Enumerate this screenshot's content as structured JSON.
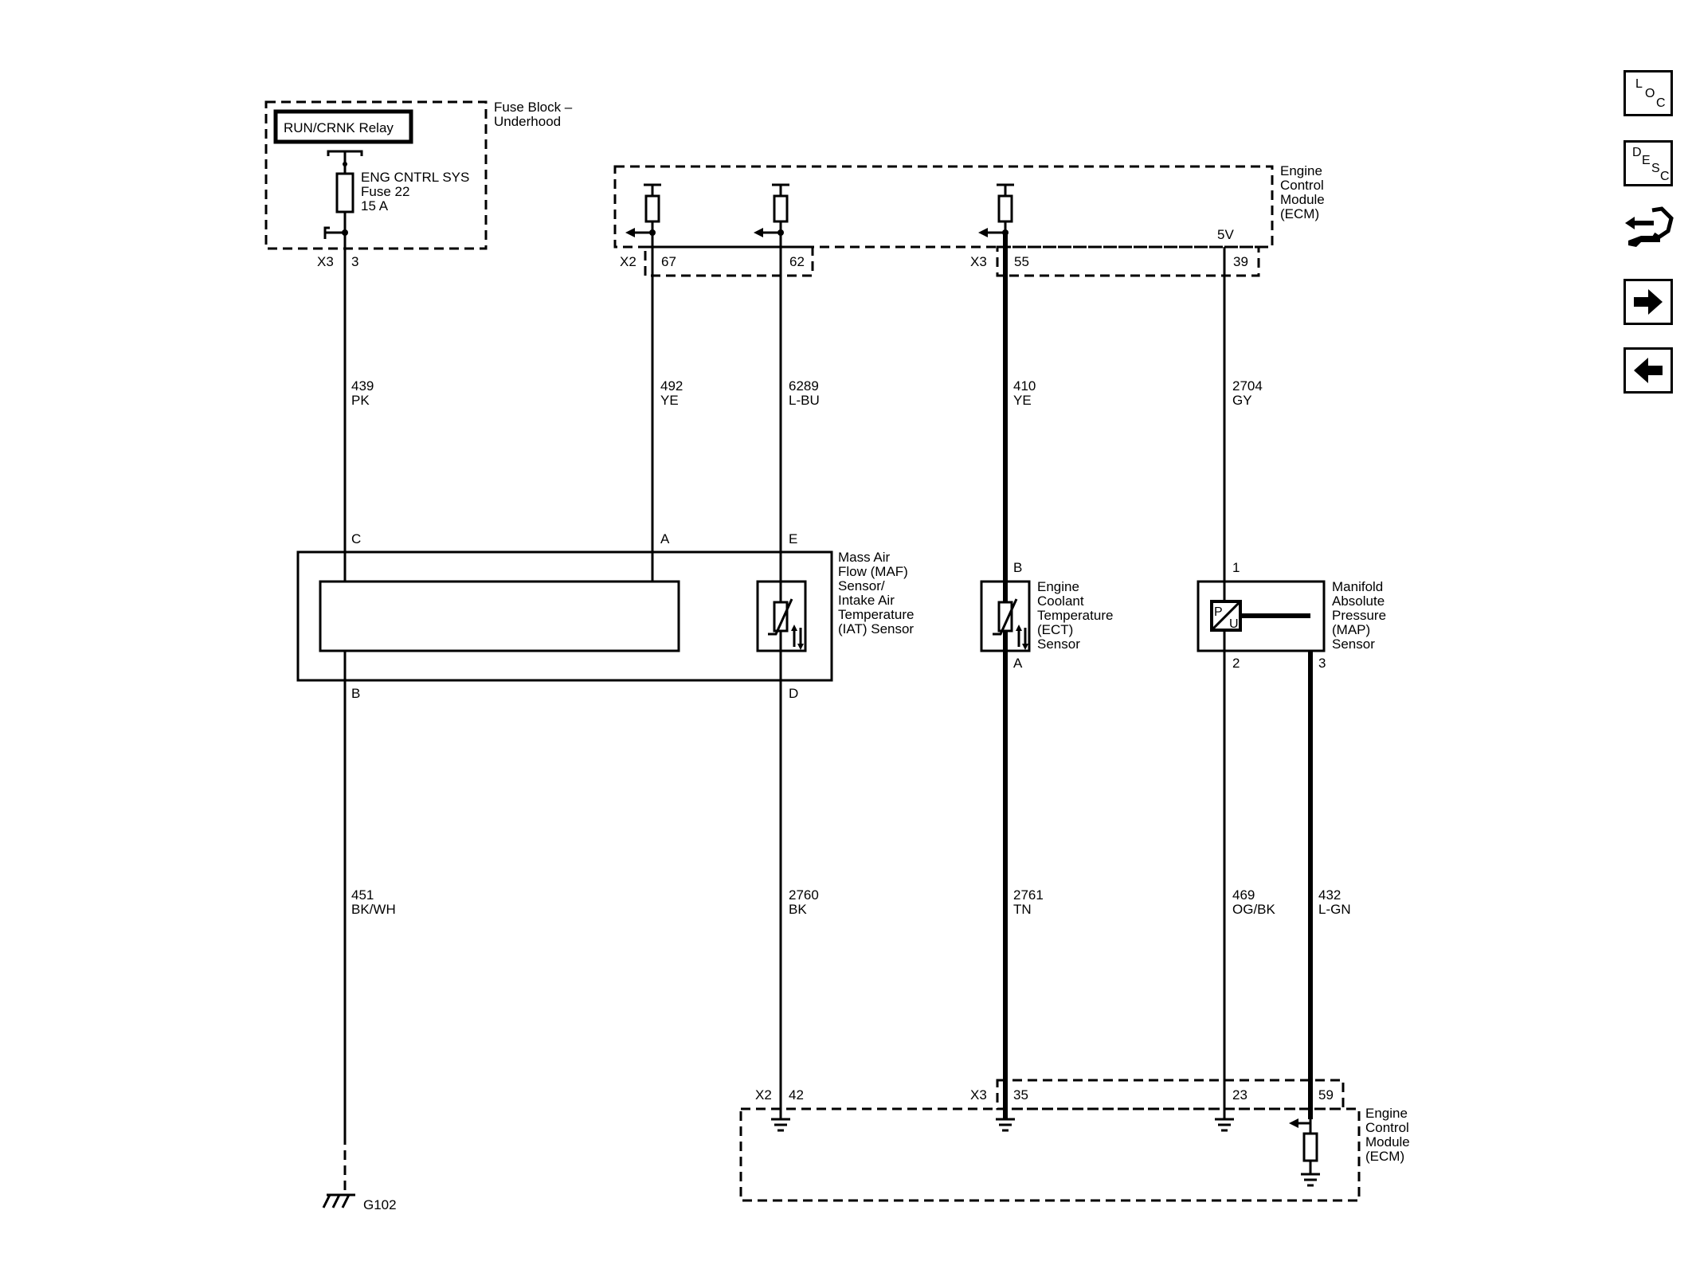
{
  "fuse_block": {
    "title_line1": "Fuse Block –",
    "title_line2": "Underhood",
    "relay": "RUN/CRNK Relay",
    "fuse_line1": "ENG CNTRL SYS",
    "fuse_line2": "Fuse 22",
    "fuse_line3": "15 A",
    "conn": "X3",
    "pin": "3"
  },
  "ecm_top": {
    "title_line1": "Engine",
    "title_line2": "Control",
    "title_line3": "Module",
    "title_line4": "(ECM)",
    "conn_x2": "X2",
    "pin_67": "67",
    "pin_62": "62",
    "conn_x3": "X3",
    "pin_55": "55",
    "v5": "5V",
    "pin_39": "39"
  },
  "ecm_bottom": {
    "title_line1": "Engine",
    "title_line2": "Control",
    "title_line3": "Module",
    "title_line4": "(ECM)",
    "conn_x2": "X2",
    "pin_42": "42",
    "conn_x3": "X3",
    "pin_35": "35",
    "pin_23": "23",
    "pin_59": "59"
  },
  "wires": {
    "w439": {
      "circuit": "439",
      "color": "PK"
    },
    "w492": {
      "circuit": "492",
      "color": "YE"
    },
    "w6289": {
      "circuit": "6289",
      "color": "L-BU"
    },
    "w410": {
      "circuit": "410",
      "color": "YE"
    },
    "w2704": {
      "circuit": "2704",
      "color": "GY"
    },
    "w451": {
      "circuit": "451",
      "color": "BK/WH"
    },
    "w2760": {
      "circuit": "2760",
      "color": "BK"
    },
    "w2761": {
      "circuit": "2761",
      "color": "TN"
    },
    "w469": {
      "circuit": "469",
      "color": "OG/BK"
    },
    "w432": {
      "circuit": "432",
      "color": "L-GN"
    }
  },
  "maf": {
    "line1": "Mass Air",
    "line2": "Flow (MAF)",
    "line3": "Sensor/",
    "line4": "Intake Air",
    "line5": "Temperature",
    "line6": "(IAT) Sensor",
    "pin_c": "C",
    "pin_a": "A",
    "pin_e": "E",
    "pin_b": "B",
    "pin_d": "D"
  },
  "ect": {
    "line1": "Engine",
    "line2": "Coolant",
    "line3": "Temperature",
    "line4": "(ECT)",
    "line5": "Sensor",
    "pin_b": "B",
    "pin_a": "A"
  },
  "map": {
    "line1": "Manifold",
    "line2": "Absolute",
    "line3": "Pressure",
    "line4": "(MAP)",
    "line5": "Sensor",
    "pin_1": "1",
    "pin_2": "2",
    "pin_3": "3",
    "sym_p": "P",
    "sym_u": "U"
  },
  "ground": {
    "label": "G102"
  },
  "nav": {
    "loc": [
      "L",
      "O",
      "C"
    ],
    "desc": [
      "D",
      "E",
      "S",
      "C"
    ],
    "icons": [
      "connector-tool-icon",
      "next-arrow-icon",
      "previous-arrow-icon"
    ]
  }
}
